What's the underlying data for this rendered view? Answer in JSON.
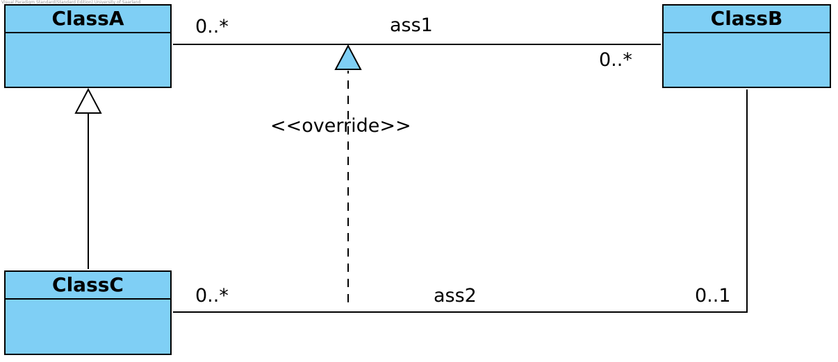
{
  "watermark": "Visual Paradigm Standard(Standard Edition) University of Saarland",
  "classes": {
    "class_a": {
      "name": "ClassA"
    },
    "class_b": {
      "name": "ClassB"
    },
    "class_c": {
      "name": "ClassC"
    }
  },
  "associations": {
    "ass1": {
      "label": "ass1",
      "multiplicity_classa": "0..*",
      "multiplicity_classb": "0..*"
    },
    "ass2": {
      "label": "ass2",
      "multiplicity_classc": "0..*",
      "multiplicity_classb": "0..1"
    }
  },
  "dependency": {
    "stereotype": "<<override>>"
  },
  "colors": {
    "class_fill": "#7fcff5",
    "line": "#000000",
    "background": "#ffffff"
  }
}
